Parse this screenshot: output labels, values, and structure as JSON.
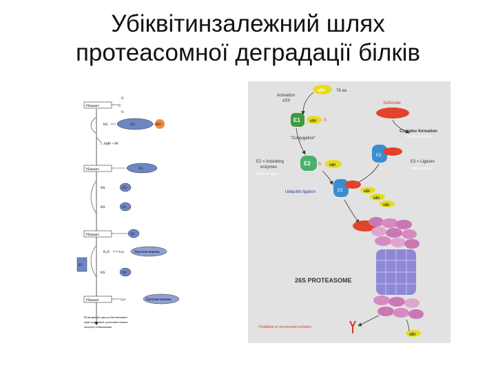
{
  "slide": {
    "title_line1": "Убіквітинзалежний шлях",
    "title_line2": "протеасомної деградації білків"
  },
  "left_scheme": {
    "ubiquitin": "Убиквит",
    "e1": "E1",
    "e2": "E2",
    "e3": "E3",
    "hs": "HS",
    "atp": "ATP",
    "amp_ppi": "AMP + PP",
    "lys": "Lys",
    "protein": "Протеин-мишень",
    "protein_final": "Протеин-мишень",
    "footnote_line1": "Повторение цикла обеспечивает",
    "footnote_line2": "присоединение дополнительных",
    "footnote_line3": "молекул убиквитина"
  },
  "right_scheme": {
    "ubi": "ubi",
    "ubi_size": "76 aa",
    "activation": "Activation",
    "atp": "ATP",
    "substrate": "Substrate",
    "e1": "E1",
    "s": "S",
    "conjugation": "\"Conjugation\"",
    "complex_formation": "Complex formation",
    "ancillary": "Ancillary proteins",
    "e2_activating_line1": "E2 = Activating",
    "e2_activating_line2": "enzymes",
    "different_types": "Different types",
    "e2": "E2",
    "e3": "E3",
    "e3_ligases": "E3 = Ligases",
    "different_types_2": "Different types",
    "ubiquitin_ligation": "Ubiquitin ligation",
    "proteasome": "26S PROTEASOME",
    "peptides": "Peptides or processed proteins"
  },
  "colors": {
    "e1": "#3c9c3c",
    "e2": "#4ab06a",
    "e3": "#3a8ed0",
    "ubi": "#e6dc1e",
    "substrate": "#e0442a",
    "red_label": "#d43a20",
    "blue_label": "#1f3c9a",
    "left_ellipse": "#6e86c4",
    "atp": "#f08c3c"
  }
}
